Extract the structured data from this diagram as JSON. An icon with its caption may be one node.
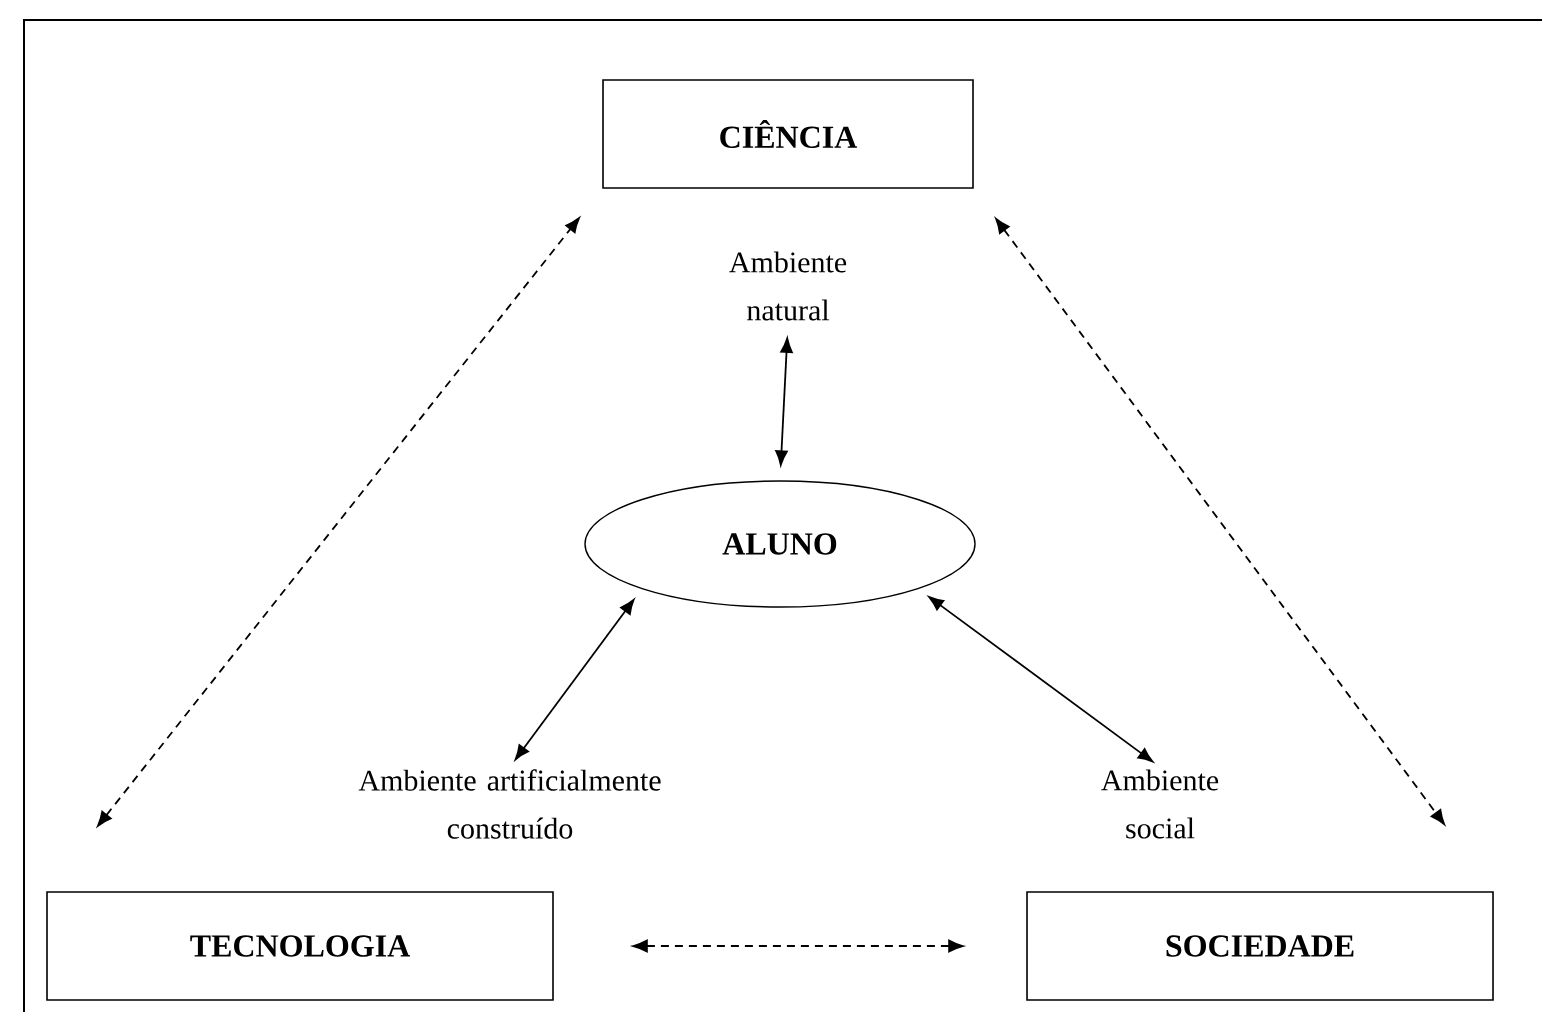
{
  "diagram": {
    "nodes": [
      {
        "text": [
          "CIÊNCIA"
        ]
      },
      {
        "text": [
          "Ambiente natural"
        ]
      },
      {
        "text": [
          "ALUNO"
        ]
      },
      {
        "text": [
          "Ambiente artificialmente construído"
        ]
      },
      {
        "text": [
          "Ambiente social"
        ]
      },
      {
        "text": [
          "TECNOLOGIA"
        ]
      },
      {
        "text": [
          "SOCIEDADE"
        ]
      }
    ],
    "edges": [
      {
        "from": 5,
        "to": 0,
        "arrow": "both",
        "style": "dashed"
      },
      {
        "from": 0,
        "to": 6,
        "arrow": "both",
        "style": "dashed"
      },
      {
        "from": 1,
        "to": 2,
        "arrow": "both"
      },
      {
        "from": 2,
        "to": 3,
        "arrow": "both"
      },
      {
        "from": 2,
        "to": 4,
        "arrow": "both"
      },
      {
        "from": 5,
        "to": 6,
        "arrow": "both",
        "style": "dashed"
      }
    ]
  }
}
